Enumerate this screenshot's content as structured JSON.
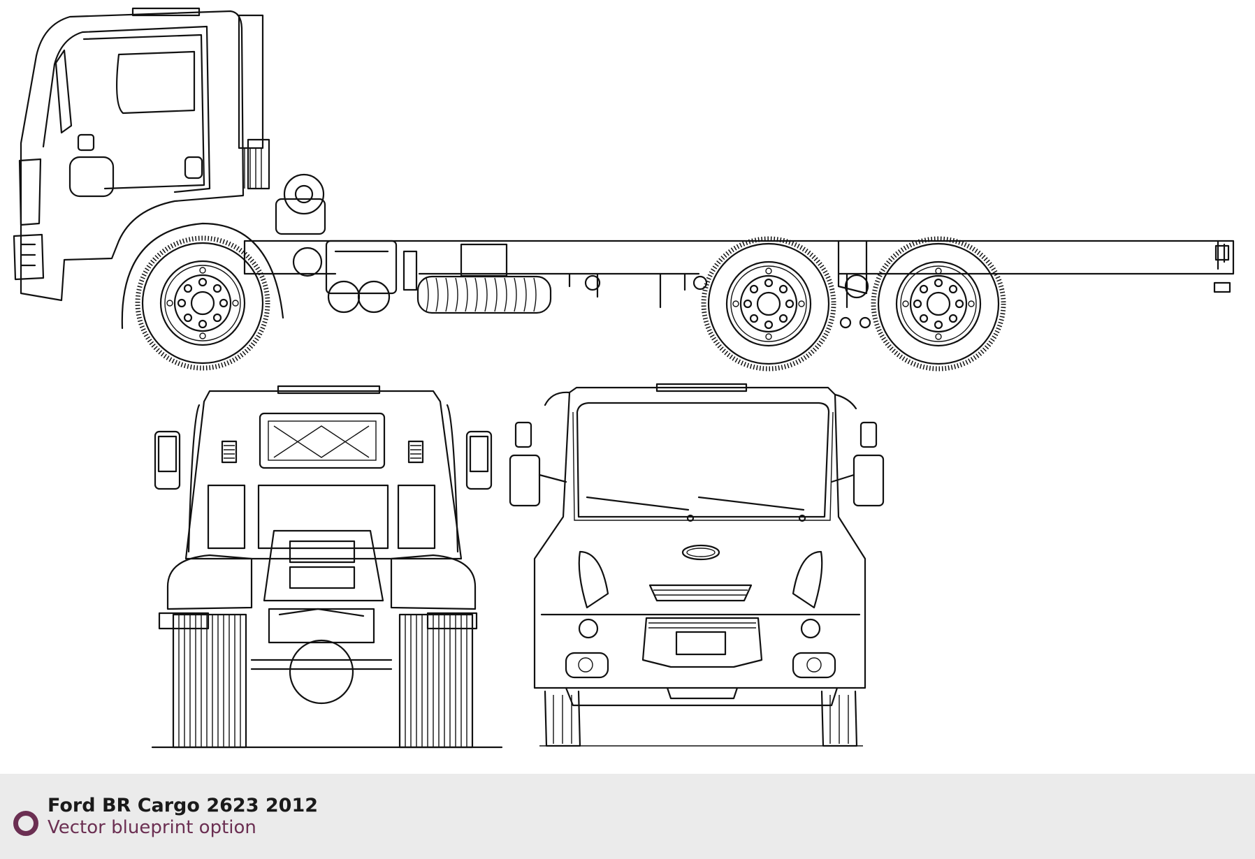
{
  "footer": {
    "title": "Ford BR Cargo 2623 2012",
    "subtitle": "Vector blueprint option",
    "accent_color": "#6b2f52",
    "background_color": "#ebebeb"
  },
  "drawing": {
    "views": [
      "side-view",
      "rear-view",
      "front-view"
    ],
    "line_color": "#111111"
  }
}
